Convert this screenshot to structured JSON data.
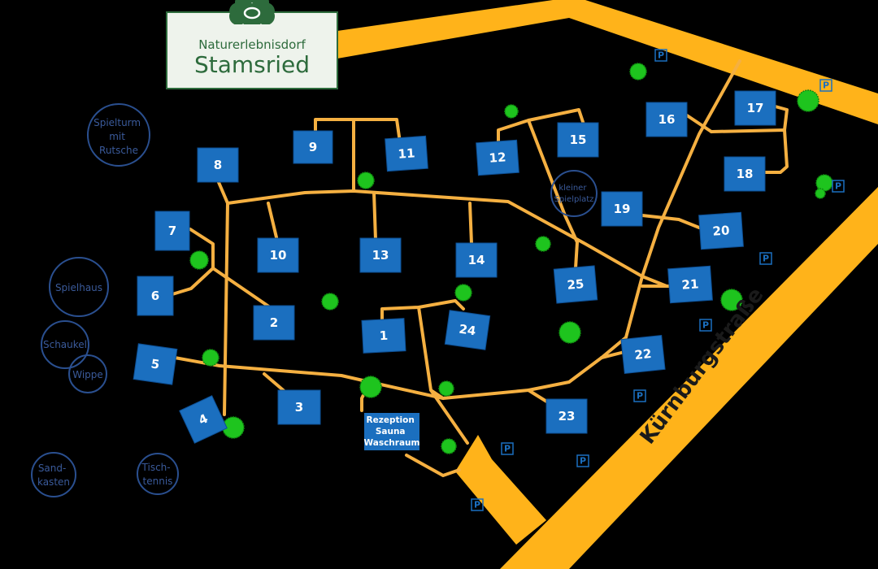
{
  "logo": {
    "line1": "Naturerlebnisdorf",
    "line2": "Stamsried"
  },
  "street": "Kürnburgstraße",
  "lots": [
    "1",
    "2",
    "3",
    "4",
    "5",
    "6",
    "7",
    "8",
    "9",
    "10",
    "11",
    "12",
    "13",
    "14",
    "15",
    "16",
    "17",
    "18",
    "19",
    "20",
    "21",
    "22",
    "23",
    "24",
    "25"
  ],
  "reception": [
    "Rezeption",
    "Sauna",
    "Waschraum"
  ],
  "amenities": [
    {
      "id": "spielturm",
      "lines": [
        "Spielturm",
        "mit",
        "Rutsche"
      ]
    },
    {
      "id": "kleiner-spielplatz",
      "lines": [
        "kleiner",
        "Spielplatz"
      ]
    },
    {
      "id": "spielhaus",
      "lines": [
        "Spielhaus"
      ]
    },
    {
      "id": "schaukel",
      "lines": [
        "Schaukel"
      ]
    },
    {
      "id": "wippe",
      "lines": [
        "Wippe"
      ]
    },
    {
      "id": "sandkasten",
      "lines": [
        "Sand-",
        "kasten"
      ]
    },
    {
      "id": "tischtennis",
      "lines": [
        "Tisch-",
        "tennis"
      ]
    }
  ],
  "parking_label": "P",
  "colors": {
    "road": "#ffb31a",
    "path": "#f5b041",
    "lot": "#1b6fbf",
    "tree": "#1ec41e",
    "amenity_ring": "#2a4f8f",
    "logo_green": "#2d6b3c"
  }
}
